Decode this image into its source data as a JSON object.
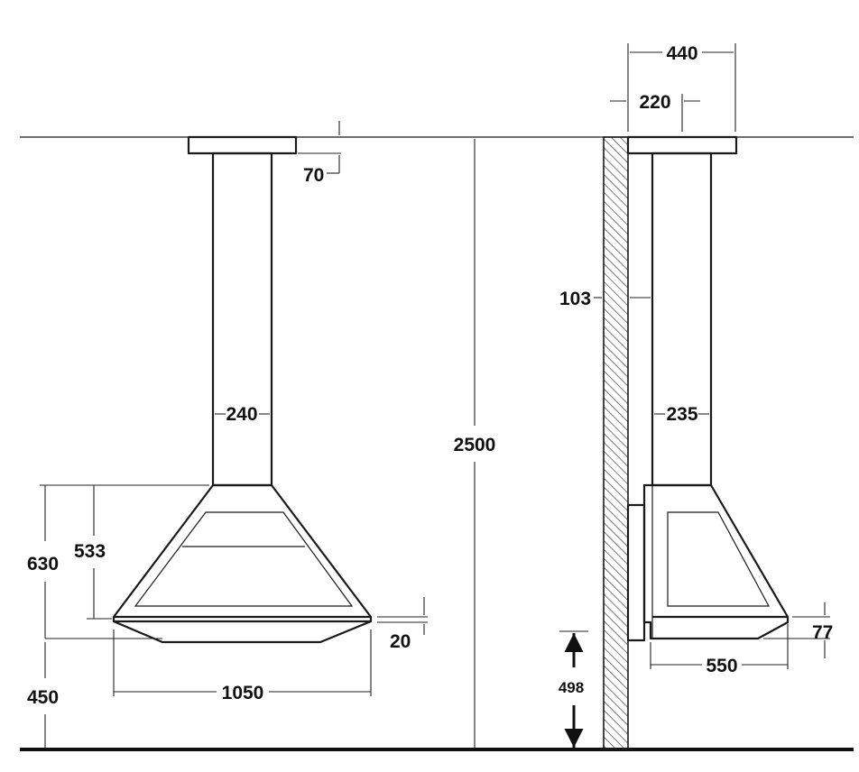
{
  "dimensions": {
    "top_width": "440",
    "top_offset": "220",
    "ceiling_cap_height": "70",
    "wall_gap": "103",
    "chimney_width_front": "240",
    "chimney_width_side": "235",
    "ceiling_height": "2500",
    "hood_total_height": "630",
    "hood_canopy_height": "533",
    "hood_rim_height": "20",
    "hood_width": "1050",
    "mount_height": "450",
    "hood_depth": "550",
    "side_rim_height": "77",
    "clearance_height": "498"
  }
}
